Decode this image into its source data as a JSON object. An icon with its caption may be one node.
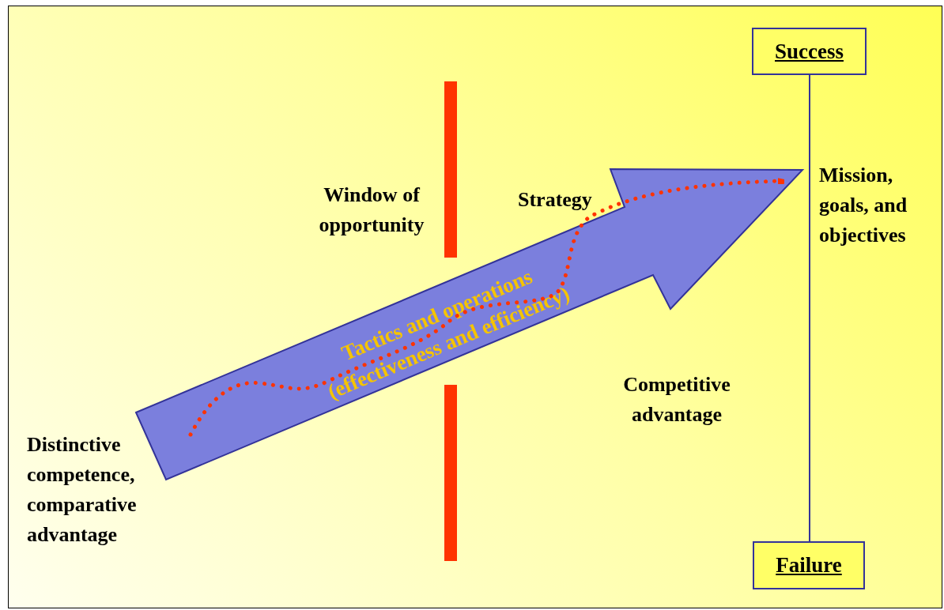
{
  "diagram": {
    "nodes": [
      {
        "text": [
          "Success"
        ]
      },
      {
        "text": [
          "Failure"
        ]
      },
      {
        "text": [
          "Tactics and operations (effectiveness and efficiency)"
        ]
      }
    ],
    "edges": [
      {
        "from": 0,
        "to": 1,
        "arrow": "none"
      }
    ],
    "labels": [
      "Window of opportunity",
      "Strategy",
      "Mission, goals, and objectives",
      "Competitive advantage",
      "Distinctive competence, comparative advantage"
    ]
  }
}
